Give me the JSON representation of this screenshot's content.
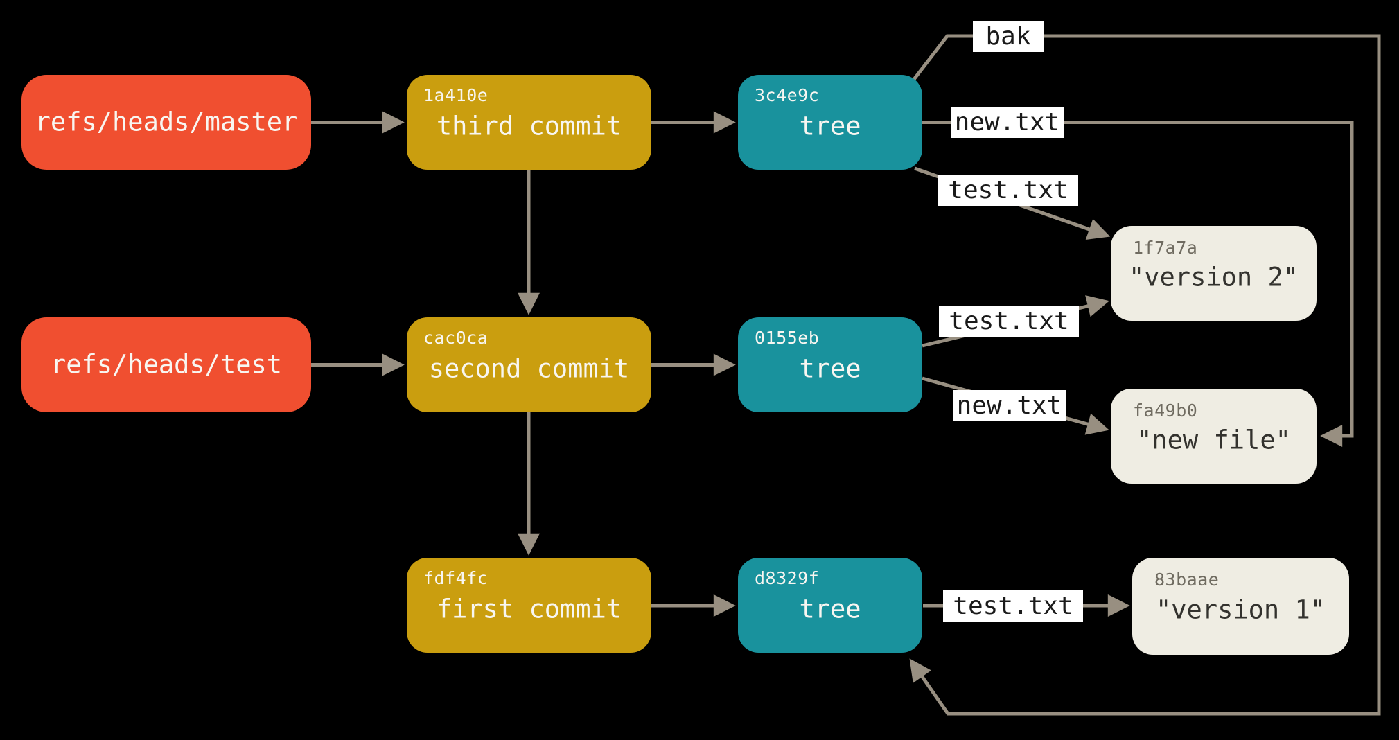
{
  "colors": {
    "canvas_bg": "#000000",
    "ref_box": "#F04F30",
    "commit_box": "#CA9E0F",
    "tree_box": "#19929D",
    "blob_box": "#EFEDE3",
    "connector": "#988F81",
    "label_bg": "#FFFFFF",
    "label_text": "#1A1A1A",
    "box_text": "#F8F6F1",
    "blob_hash_text": "#6F6B60",
    "blob_text": "#33322E"
  },
  "nodes": {
    "ref_master": {
      "label": "refs/heads/master"
    },
    "ref_test": {
      "label": "refs/heads/test"
    },
    "commit_third": {
      "hash": "1a410e",
      "label": "third commit"
    },
    "commit_second": {
      "hash": "cac0ca",
      "label": "second commit"
    },
    "commit_first": {
      "hash": "fdf4fc",
      "label": "first commit"
    },
    "tree_third": {
      "hash": "3c4e9c",
      "label": "tree"
    },
    "tree_second": {
      "hash": "0155eb",
      "label": "tree"
    },
    "tree_first": {
      "hash": "d8329f",
      "label": "tree"
    },
    "blob_version2": {
      "hash": "1f7a7a",
      "label": "\"version 2\""
    },
    "blob_new_file": {
      "hash": "fa49b0",
      "label": "\"new file\""
    },
    "blob_version1": {
      "hash": "83baae",
      "label": "\"version 1\""
    }
  },
  "edge_labels": {
    "bak": "bak",
    "new_txt_top": "new.txt",
    "test_txt_top": "test.txt",
    "test_txt_middle": "test.txt",
    "new_txt_middle": "new.txt",
    "test_txt_bottom": "test.txt"
  }
}
